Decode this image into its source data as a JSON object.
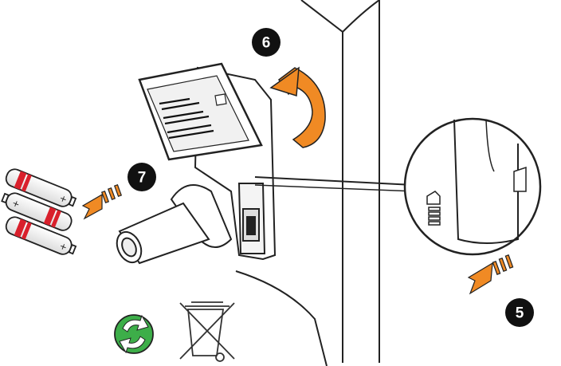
{
  "steps": [
    {
      "label": "5"
    },
    {
      "label": "6"
    },
    {
      "label": "7"
    }
  ],
  "icons": {
    "recycle": "recycle-icon",
    "weee_bin": "crossed-out-wheelie-bin-icon"
  },
  "colors": {
    "arrow_orange": "#F08A24",
    "battery_red": "#D9202C",
    "recycle_green": "#3DAE49",
    "badge_black": "#111111"
  },
  "batteries": {
    "count": 3
  }
}
